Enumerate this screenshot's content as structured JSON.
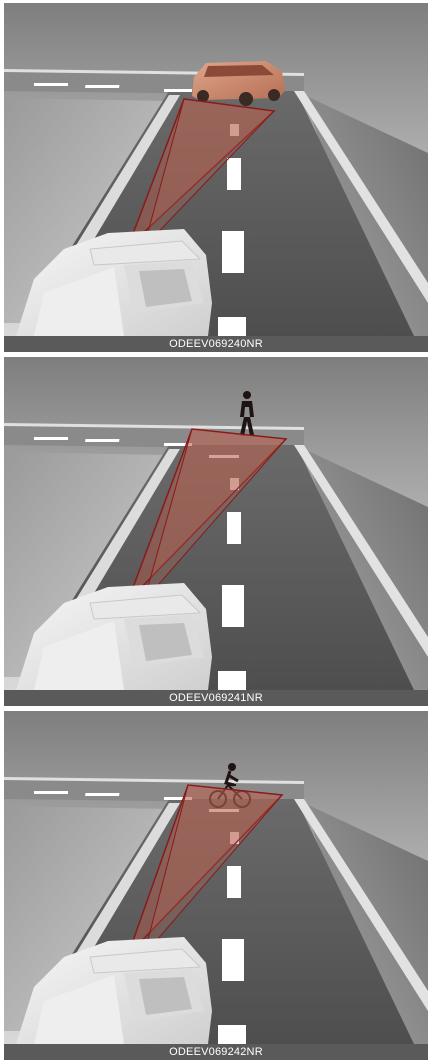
{
  "figures": [
    {
      "caption": "ODEEV069240NR",
      "target": "vehicle"
    },
    {
      "caption": "ODEEV069241NR",
      "target": "pedestrian"
    },
    {
      "caption": "ODEEV069242NR",
      "target": "cyclist"
    }
  ],
  "colors": {
    "detection_zone_fill": "#b85a4a",
    "detection_zone_stroke": "#8a1a1a",
    "target_vehicle": "#c98a6e",
    "silhouette": "#1e1412",
    "caption_bar": "#5a5a5a",
    "road": "#5e5e5e",
    "lane_marking": "#ffffff"
  }
}
